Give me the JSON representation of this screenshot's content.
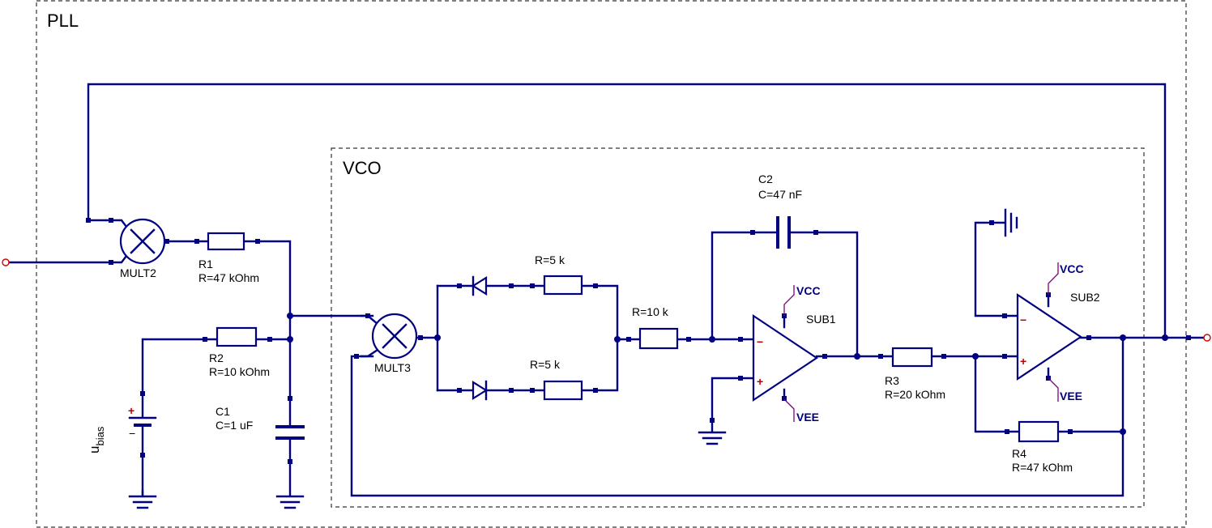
{
  "frames": {
    "pll": "PLL",
    "vco": "VCO"
  },
  "components": {
    "mult2": {
      "name": "MULT2"
    },
    "mult3": {
      "name": "MULT3"
    },
    "r1": {
      "name": "R1",
      "value": "R=47 kOhm"
    },
    "r2": {
      "name": "R2",
      "value": "R=10 kOhm"
    },
    "c1": {
      "name": "C1",
      "value": "C=1 uF"
    },
    "ubias": {
      "name": "u",
      "subscript": "bias"
    },
    "rd1": {
      "value": "R=5 k"
    },
    "rd2": {
      "value": "R=5 k"
    },
    "rin": {
      "value": "R=10 k"
    },
    "c2": {
      "name": "C2",
      "value": "C=47 nF"
    },
    "sub1": {
      "name": "SUB1"
    },
    "r3": {
      "name": "R3",
      "value": "R=20 kOhm"
    },
    "r4": {
      "name": "R4",
      "value": "R=47 kOhm"
    },
    "sub2": {
      "name": "SUB2"
    }
  },
  "rails": {
    "vcc": "VCC",
    "vee": "VEE"
  },
  "signs": {
    "plus": "+",
    "minus": "−",
    "battery_plus": "+",
    "battery_minus": "−"
  },
  "colors": {
    "wire": "#000080",
    "rail": "#800080",
    "sign": "#c00000",
    "port": "#d00000"
  }
}
